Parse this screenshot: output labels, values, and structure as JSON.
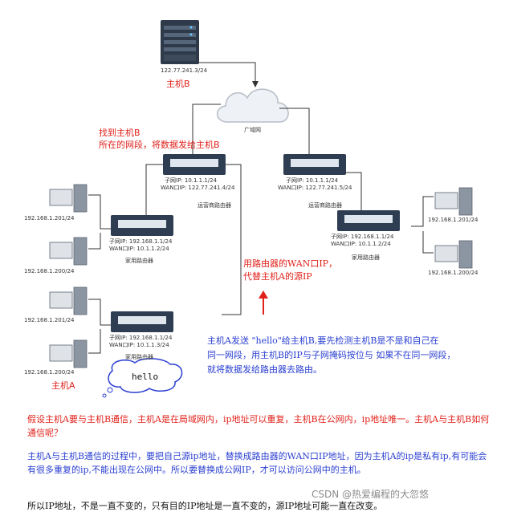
{
  "server": {
    "ip": "122.77.241.3/24",
    "label": "主机B"
  },
  "cloud": {
    "label": "广域网"
  },
  "carrier_router_left": {
    "lan_ip": "子网IP:  10.1.1.1/24",
    "wan_ip": "WAN口IP:  122.77.241.4/24",
    "label": "运营商路由器"
  },
  "carrier_router_right": {
    "lan_ip": "子网IP:  10.1.1.1/24",
    "wan_ip": "WAN口IP:  122.77.241.5/24",
    "label": "运营商路由器"
  },
  "home_router_left_top": {
    "lan_ip": "子网IP:  192.168.1.1/24",
    "wan_ip": "WAN口IP:  10.1.1.2/24",
    "label": "家用路由器"
  },
  "home_router_left_bottom": {
    "lan_ip": "子网IP:  192.168.1.1/24",
    "wan_ip": "WAN口IP:  10.1.1.3/24",
    "label": "家用路由器"
  },
  "home_router_right": {
    "lan_ip": "子网IP:  192.168.1.1/24",
    "wan_ip": "WAN口IP:  10.1.1.2/24",
    "label": "家用路由器"
  },
  "pcs": {
    "l1": "192.168.1.201/24",
    "l2": "192.168.1.200/24",
    "l3": "192.168.1.201/24",
    "l4": "192.168.1.200/24",
    "r1": "192.168.1.201/24",
    "r2": "192.168.1.200/24"
  },
  "host_a_label": "主机A",
  "bubble_text": "hello",
  "annotations": {
    "find_host_line1": "找到主机B",
    "find_host_line2": "所在的网段，将数据发给主机B",
    "replace_line1": "用路由器的WAN口IP，",
    "replace_line2": "代替主机A的源IP",
    "blue_line1": "主机A发送 \"hello\"给主机B,要先检测主机B是不是和自己在",
    "blue_line2": "同一网段，用主机B的IP与子网掩码按位与 如果不在同一网段，",
    "blue_line3": "就将数据发给路由器去路由。"
  },
  "paragraphs": {
    "p1": "假设主机A要与主机B通信，主机A是在局域网内，ip地址可以重复，主机B在公网内，ip地址唯一。主机A与主机B如何通信呢？",
    "p2": "主机A与主机B通信的过程中，要把自己源ip地址，替换成路由器的WAN口IP地址，因为主机A的ip是私有ip,有可能会有很多重复的ip,不能出现在公网中。所以要替换成公网IP，才可以访问公网中的主机。",
    "p3": "所以IP地址，不是一直不变的，只有目的IP地址是一直不变的，源IP地址可能一直在改变。",
    "watermark": "CSDN @热爱编程的大忽悠"
  }
}
